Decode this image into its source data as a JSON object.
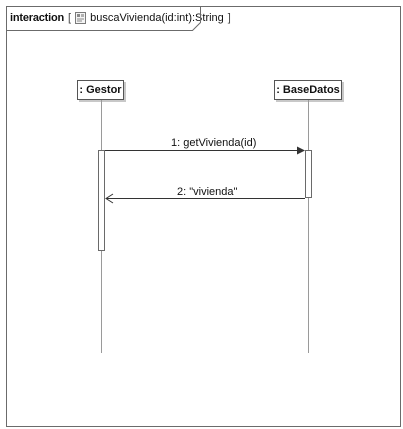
{
  "frame": {
    "keyword": "interaction",
    "open_bracket": "[",
    "operation": "buscaVivienda(id:int):String",
    "close_bracket": "]",
    "icon": "operation-icon"
  },
  "lifelines": [
    {
      "label": ": Gestor"
    },
    {
      "label": ": BaseDatos"
    }
  ],
  "messages": [
    {
      "label": "1: getVivienda(id)",
      "kind": "synchronous-call",
      "from": ": Gestor",
      "to": ": BaseDatos"
    },
    {
      "label": "2: \"vivienda\"",
      "kind": "reply",
      "from": ": BaseDatos",
      "to": ": Gestor"
    }
  ]
}
